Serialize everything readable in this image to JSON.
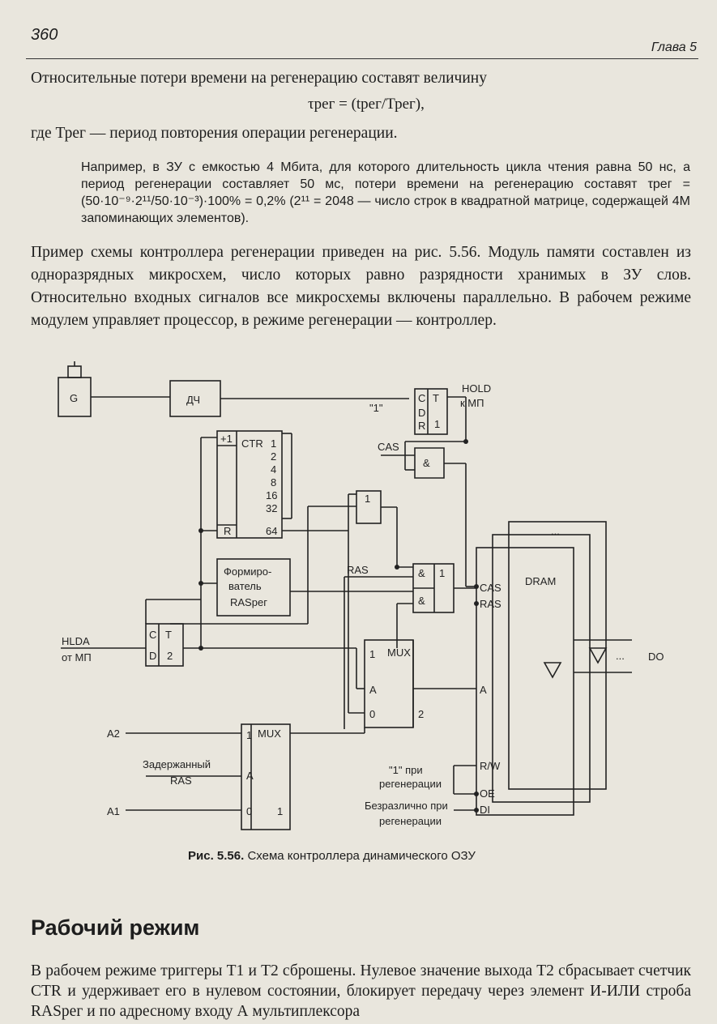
{
  "header": {
    "page_number": "360",
    "chapter": "Глава 5"
  },
  "paragraphs": {
    "p1": "Относительные потери времени на регенерацию составят величину",
    "formula": "τрег = (tрег/Трег),",
    "p2": "где Трег — период повторения операции регенерации.",
    "note": "Например, в ЗУ с емкостью 4 Мбита, для которого длительность цикла чтения равна 50 нс, а период регенерации составляет 50 мс, потери времени на регенерацию составят τрег = (50·10⁻⁹·2¹¹/50·10⁻³)·100% = 0,2% (2¹¹ = 2048 — число строк в квадратной матрице, содержащей 4М запоминающих элементов).",
    "p3": "Пример схемы контроллера регенерации приведен на рис. 5.56. Модуль памяти составлен из одноразрядных микросхем, число которых равно разрядности хранимых в ЗУ слов. Относительно входных сигналов все микросхемы включены параллельно. В рабочем режиме модулем управляет процессор, в режиме регенерации — контроллер.",
    "section_title": "Рабочий режим",
    "p4": "В рабочем режиме триггеры Т1 и Т2 сброшены. Нулевое значение выхода Т2 сбрасывает счетчик CTR и удерживает его в нулевом состоянии, блокирует передачу через элемент И-ИЛИ строба RASрег и по адресному входу А мультиплексора"
  },
  "figure": {
    "caption_num": "Рис. 5.56.",
    "caption_text": "Схема контроллера динамического ОЗУ",
    "labels": {
      "g": "G",
      "dch": "ДЧ",
      "ctr_plus1": "+1",
      "ctr": "CTR",
      "ctr_r": "R",
      "ctr_out": [
        "1",
        "2",
        "4",
        "8",
        "16",
        "32",
        "64"
      ],
      "former_1": "Формиро-",
      "former_2": "ватель",
      "former_3": "RASрег",
      "t1_c": "C",
      "t1_d": "D",
      "t1_r": "R",
      "t1_t": "T",
      "t1_1": "1",
      "hold": "HOLD",
      "to_mp1": "к МП",
      "one_sig": "\"1\"",
      "cas_in": "CAS",
      "and_sym": "&",
      "or_1": "1",
      "ras_in": "RAS",
      "andor_and1": "&",
      "andor_or": "1",
      "andor_and2": "&",
      "t2_c": "C",
      "t2_d": "D",
      "t2_t": "T",
      "t2_2": "2",
      "hlda": "HLDA",
      "from_mp": "от МП",
      "mux1_1": "1",
      "mux1": "MUX",
      "mux1_a": "A",
      "mux1_0": "0",
      "mux1_2": "2",
      "dram": "DRAM",
      "dram_cas": "CAS",
      "dram_ras": "RAS",
      "dram_a": "A",
      "dram_rw": "R/W",
      "dram_oe": "OE",
      "dram_di": "DI",
      "dots_top": "...",
      "dots_mid": "...",
      "do_label": "DO",
      "a2": "A2",
      "mux2_1": "1",
      "mux2": "MUX",
      "mux2_a": "A",
      "mux2_0": "0",
      "mux2_1out": "1",
      "delayed_1": "Задержанный",
      "delayed_2": "RAS",
      "a1": "A1",
      "regen1_1": "\"1\" при",
      "regen1_2": "регенерации",
      "regen2_1": "Безразлично при",
      "regen2_2": "регенерации"
    }
  }
}
